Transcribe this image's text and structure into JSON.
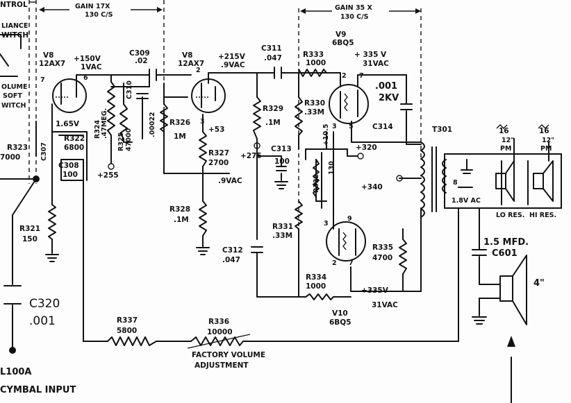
{
  "labels": {
    "ntrol": "NTROL",
    "liance": "LIANCE",
    "witch": "WITCH",
    "olume": "OLUME",
    "soft": "SOFT",
    "switch": "WITCH",
    "gain1": "GAIN 17X",
    "gain1b": "130 C/S",
    "gain2": "GAIN 35 X",
    "gain2b": "130 C/S",
    "v8a": "V8",
    "v8a_type": "12AX7",
    "v8b": "V8",
    "v8b_type": "12AX7",
    "v9": "V9",
    "v9_type": "6BQ5",
    "v10": "V10",
    "v10_type": "6BQ5",
    "pin7": "7",
    "pin6": "6",
    "pin2": "2",
    "pin3": "3",
    "pin2b": "2",
    "pin7b": "7",
    "pin3b": "3",
    "pin5": "5",
    "pin3c": "3",
    "pin9": "9",
    "pin2c": "2",
    "pin7c": "7",
    "pin8": "8",
    "v150": "+150V",
    "v150b": "1VAC",
    "v215": "+215V",
    "v215b": ".9VAC",
    "v335": "+ 335 V",
    "v335b": "31VAC",
    "v335c": "+335V",
    "v335d": "31VAC",
    "c309": "C309",
    "c309v": ".02",
    "c311": "C311",
    "c311v": ".047",
    "r333": "R333",
    "r333v": "1000",
    "c001": ".001",
    "c001b": "2KV",
    "r324": "R324",
    "r324v": ".47MEG.",
    "r325": "R325",
    "r325v": "47000",
    "c310": "C310",
    "c310v": ".00022",
    "r326": "R326",
    "r326v": "1M",
    "r329": "R329",
    "r329v": ".1M",
    "r330": "R330",
    "r330v": ".33M",
    "v105": "+10.5",
    "c314": "C314",
    "t301": "T301",
    "sp1": "16",
    "sp1b": "12\"",
    "sp1c": "PM",
    "sp2": "16",
    "sp2b": "12\"",
    "sp2c": "PM",
    "v165": "1.65V",
    "r322": "R322",
    "r322v": "6800",
    "r323": "R323",
    "r323v": "7000",
    "c307": "C307",
    "c308": "C308",
    "c308v": "100",
    "v53": "+53",
    "r327": "R327",
    "r327v": "2700",
    "v275": "+275",
    "c313": "C313",
    "c313v": "100",
    "r332": "R332",
    "r332v": "130",
    "v320": "+320",
    "v340": "+340",
    "v18": "1.8V AC",
    "lores": "LO RES.",
    "hires": "HI RES.",
    "v255": "+255",
    "v9vac": ".9VAC",
    "r328": "R328",
    "r328v": ".1M",
    "r321": "R321",
    "r321v": "150",
    "r331": "R331",
    "r331v": ".33M",
    "c312": "C312",
    "c312v": ".047",
    "r335": "R335",
    "r335v": "4700",
    "mfd": "1.5 MFD.",
    "c601": "C601",
    "four": "4\"",
    "r334": "R334",
    "r334v": "1000",
    "c320": "C320",
    "c320v": ".001",
    "r337": "R337",
    "r337v": "5800",
    "r336": "R336",
    "r336v": "10000",
    "factory": "FACTORY VOLUME",
    "adjust": "ADJUSTMENT",
    "l100a": "L100A",
    "cymbal": "CYMBAL INPUT"
  }
}
